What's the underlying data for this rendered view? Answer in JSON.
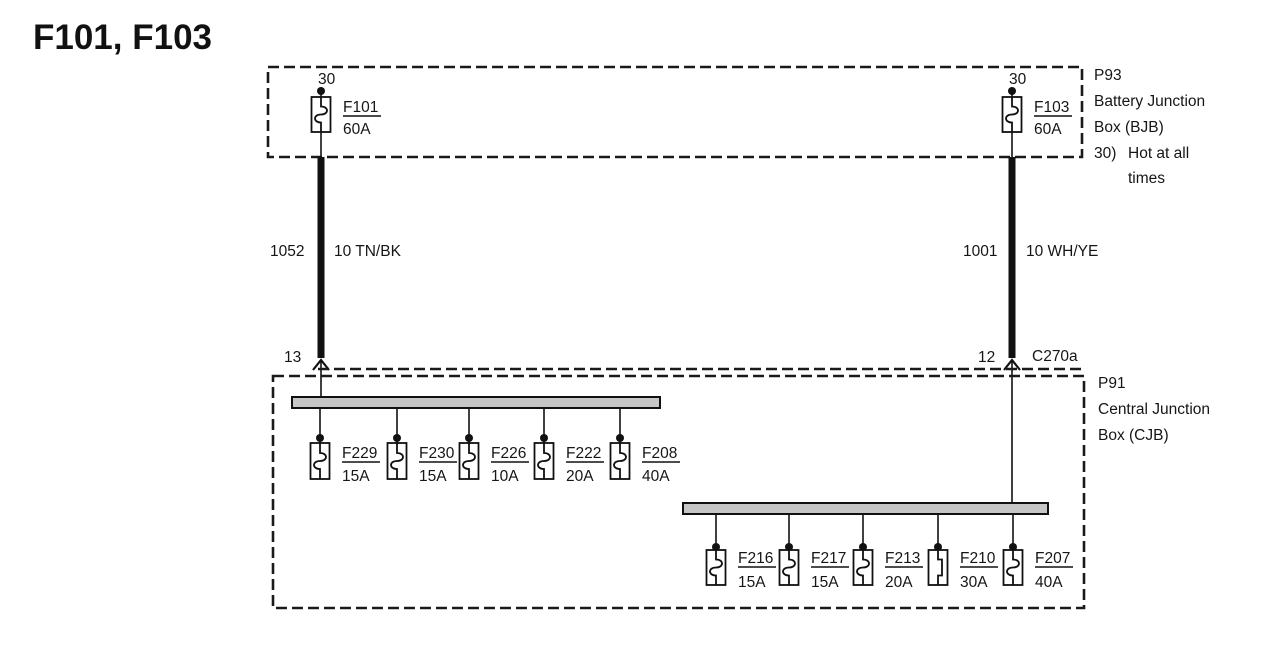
{
  "title": "F101, F103",
  "bjb": {
    "id": "P93",
    "name_line1": "Battery Junction",
    "name_line2": "Box (BJB)",
    "note_ref": "30)",
    "note_line1": "Hot at all",
    "note_line2": "times",
    "fuses": [
      {
        "pin": "30",
        "name": "F101",
        "rating": "60A",
        "symbol": "fuse"
      },
      {
        "pin": "30",
        "name": "F103",
        "rating": "60A",
        "symbol": "fuse"
      }
    ]
  },
  "wires": [
    {
      "circuit": "1052",
      "size_color": "10 TN/BK",
      "connector_pin": "13"
    },
    {
      "circuit": "1001",
      "size_color": "10 WH/YE",
      "connector_pin": "12"
    }
  ],
  "connector": {
    "id": "C270a"
  },
  "cjb": {
    "id": "P91",
    "name_line1": "Central Junction",
    "name_line2": "Box (CJB)",
    "bus1_fuses": [
      {
        "name": "F229",
        "rating": "15A",
        "symbol": "fuse"
      },
      {
        "name": "F230",
        "rating": "15A",
        "symbol": "fuse"
      },
      {
        "name": "F226",
        "rating": "10A",
        "symbol": "fuse"
      },
      {
        "name": "F222",
        "rating": "20A",
        "symbol": "fuse"
      },
      {
        "name": "F208",
        "rating": "40A",
        "symbol": "fuse"
      }
    ],
    "bus2_fuses": [
      {
        "name": "F216",
        "rating": "15A",
        "symbol": "fuse"
      },
      {
        "name": "F217",
        "rating": "15A",
        "symbol": "fuse"
      },
      {
        "name": "F213",
        "rating": "20A",
        "symbol": "fuse"
      },
      {
        "name": "F210",
        "rating": "30A",
        "symbol": "cartridge-fuse"
      },
      {
        "name": "F207",
        "rating": "40A",
        "symbol": "fuse"
      }
    ]
  }
}
